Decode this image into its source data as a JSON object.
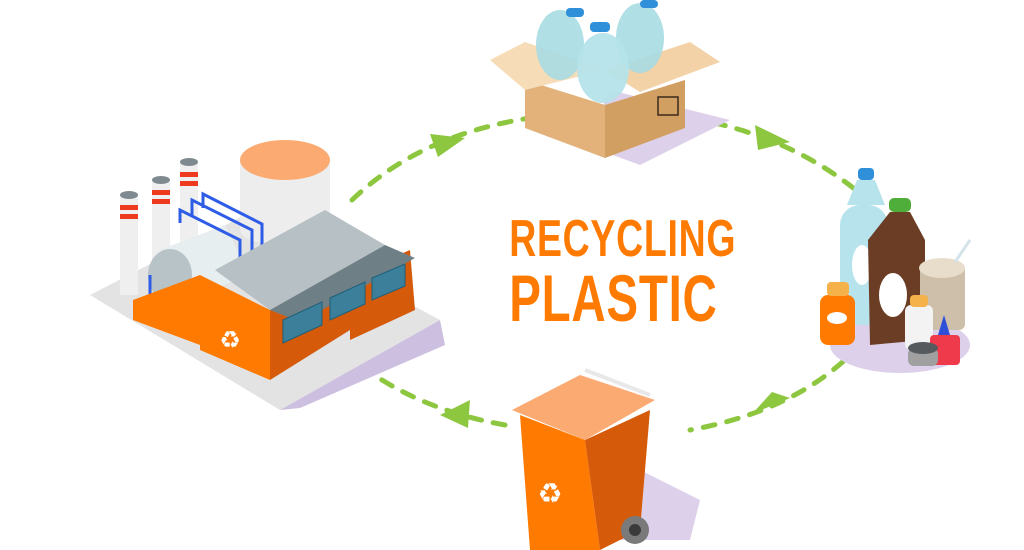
{
  "title": {
    "line1": "RECYCLING",
    "line2": "PLASTIC"
  },
  "cycle": {
    "stages": [
      {
        "id": "collection",
        "name": "Plastic bottles in cardboard box"
      },
      {
        "id": "waste",
        "name": "Plastic containers and bottles"
      },
      {
        "id": "disposal",
        "name": "Orange recycling wheelie bin"
      },
      {
        "id": "processing",
        "name": "Recycling factory"
      }
    ],
    "flow": [
      "processing",
      "collection",
      "waste",
      "disposal",
      "processing"
    ],
    "arrow_style": "dashed"
  },
  "colors": {
    "title": "#ff7a00",
    "arrow": "#8dc63f",
    "bin": "#ff7a00",
    "factory_wall": "#ff7a00",
    "factory_roof": "#6f7f86",
    "shadow": "#d9cfe8"
  }
}
